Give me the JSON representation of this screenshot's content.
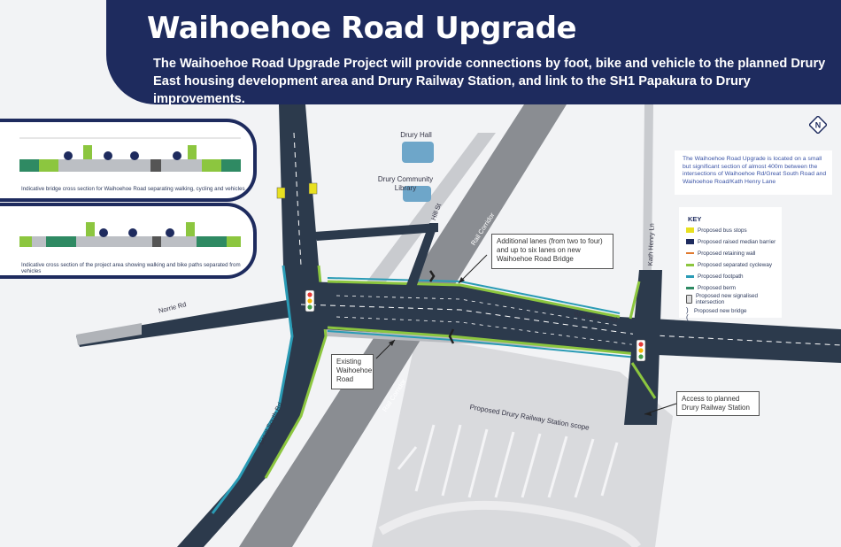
{
  "header": {
    "title": "Waihoehoe Road Upgrade",
    "subtitle": "The Waihoehoe Road Upgrade Project will provide connections by foot, bike and vehicle to the planned Drury East housing development area and Drury Railway Station, and link to the SH1 Papakura to Drury improvements."
  },
  "cross_sections": [
    {
      "caption": "Indicative bridge cross section for Waihoehoe Road separating walking, cycling and vehicles"
    },
    {
      "caption": "Indicative cross section of the project area showing walking and bike paths separated from vehicles"
    }
  ],
  "info": {
    "text": "The Waihoehoe Road Upgrade is located on a small but significant section of almost 400m between the intersections of Waihoehoe Rd/Great South Road and Waihoehoe Road/Kath Henry Lane"
  },
  "key": {
    "title": "KEY",
    "items": [
      {
        "label": "Proposed bus stops",
        "color": "#e8e020"
      },
      {
        "label": "Proposed raised median barrier",
        "color": "#1e2b5e"
      },
      {
        "label": "Proposed retaining wall",
        "color": "#e07a30"
      },
      {
        "label": "Proposed separated cycleway",
        "color": "#8cc63f"
      },
      {
        "label": "Proposed footpath",
        "color": "#2a9bb5"
      },
      {
        "label": "Proposed berm",
        "color": "#2f8a63"
      },
      {
        "label": "Proposed new signalised intersection",
        "color": "#888888"
      },
      {
        "label": "Proposed new bridge",
        "color": "#333333"
      }
    ]
  },
  "callouts": {
    "lanes": "Additional lanes (from two to four) and up to six lanes on new Waihoehoe Road Bridge",
    "existing": "Existing Waihoehoe Road",
    "access": "Access to planned Drury Railway Station"
  },
  "places": {
    "drury_hall": "Drury Hall",
    "community_library": "Drury Community Library",
    "station_scope": "Proposed Drury Railway Station scope"
  },
  "roads": {
    "norrie": "Norrie Rd",
    "waihoehoe": "Waihoehoe Rd",
    "great_south": "Great South Rd",
    "kath_henry": "Kath Henry Ln",
    "rail_corridor_1": "Rail Corridor",
    "rail_corridor_2": "Rail Corridor",
    "hill_st": "Hill St"
  },
  "north": "N"
}
